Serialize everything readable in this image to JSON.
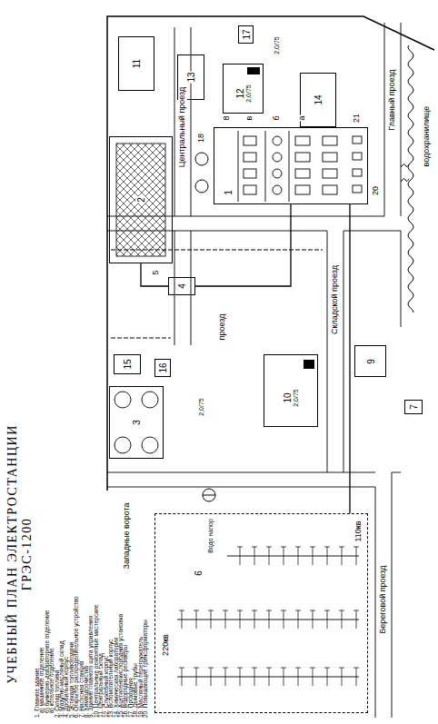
{
  "diagram": {
    "title": "УЧЕБНЫЙ ПЛАН ЭЛЕКТРОСТАНЦИИ ГРЭС-1200",
    "nodes": [
      {
        "text": [
          "1"
        ]
      },
      {
        "text": [
          "2"
        ]
      },
      {
        "text": [
          "4"
        ]
      },
      {
        "text": [
          "11"
        ]
      },
      {
        "text": [
          "13"
        ]
      },
      {
        "text": [
          "17"
        ]
      },
      {
        "text": [
          "12",
          "2,0/75"
        ]
      },
      {
        "text": [
          "14"
        ]
      },
      {
        "text": [
          "15"
        ]
      },
      {
        "text": [
          "16"
        ]
      },
      {
        "text": [
          "3"
        ]
      },
      {
        "text": [
          "10",
          "2,0/75"
        ]
      },
      {
        "text": [
          "9"
        ]
      },
      {
        "text": [
          "7"
        ]
      },
      {
        "text": [
          "6"
        ]
      }
    ],
    "edges": [
      {
        "from": 1,
        "to": 2,
        "arrow": "none"
      },
      {
        "from": 2,
        "to": 0,
        "arrow": "none"
      },
      {
        "from": 0,
        "to": 14,
        "arrow": "none"
      }
    ],
    "labels": [
      "1. Главное здание",
      "а) машинное отделение",
      "б) бункерно-деаэраторное отделение",
      "в) котельное отделение",
      "2. Склад топлива",
      "3. Мазутно-масляный склад",
      "4. Дробильный корпус",
      "5. Эстакада топливоподачи",
      "6. Открытое распределительное устройство",
      "7. Насосная станция",
      "8. Химводоочистка",
      "9. Здание главного щита управления",
      "10. Центральные ремонтные мастерские",
      "11. Центральный склад",
      "12. Служебный корпус",
      "13. Вспомогательный корпус",
      "14. Химическая лаборатория",
      "15. Ацетиленокислородная установка",
      "16. Водородные ресиверы",
      "17. Проходная",
      "18. Дымовые трубы",
      "19. Масляный перегружатель",
      "20. Повышающие трансформаторы",
      "Центральный проезд",
      "Главный проезд",
      "Складской проезд",
      "проезд",
      "Западные ворота",
      "Береговой проезд",
      "водохранилище",
      "Водо напор",
      "18",
      "8",
      "в",
      "б",
      "а",
      "21",
      "20",
      "5",
      "2,0/75",
      "2,0/75",
      "110кв",
      "220кв"
    ]
  }
}
